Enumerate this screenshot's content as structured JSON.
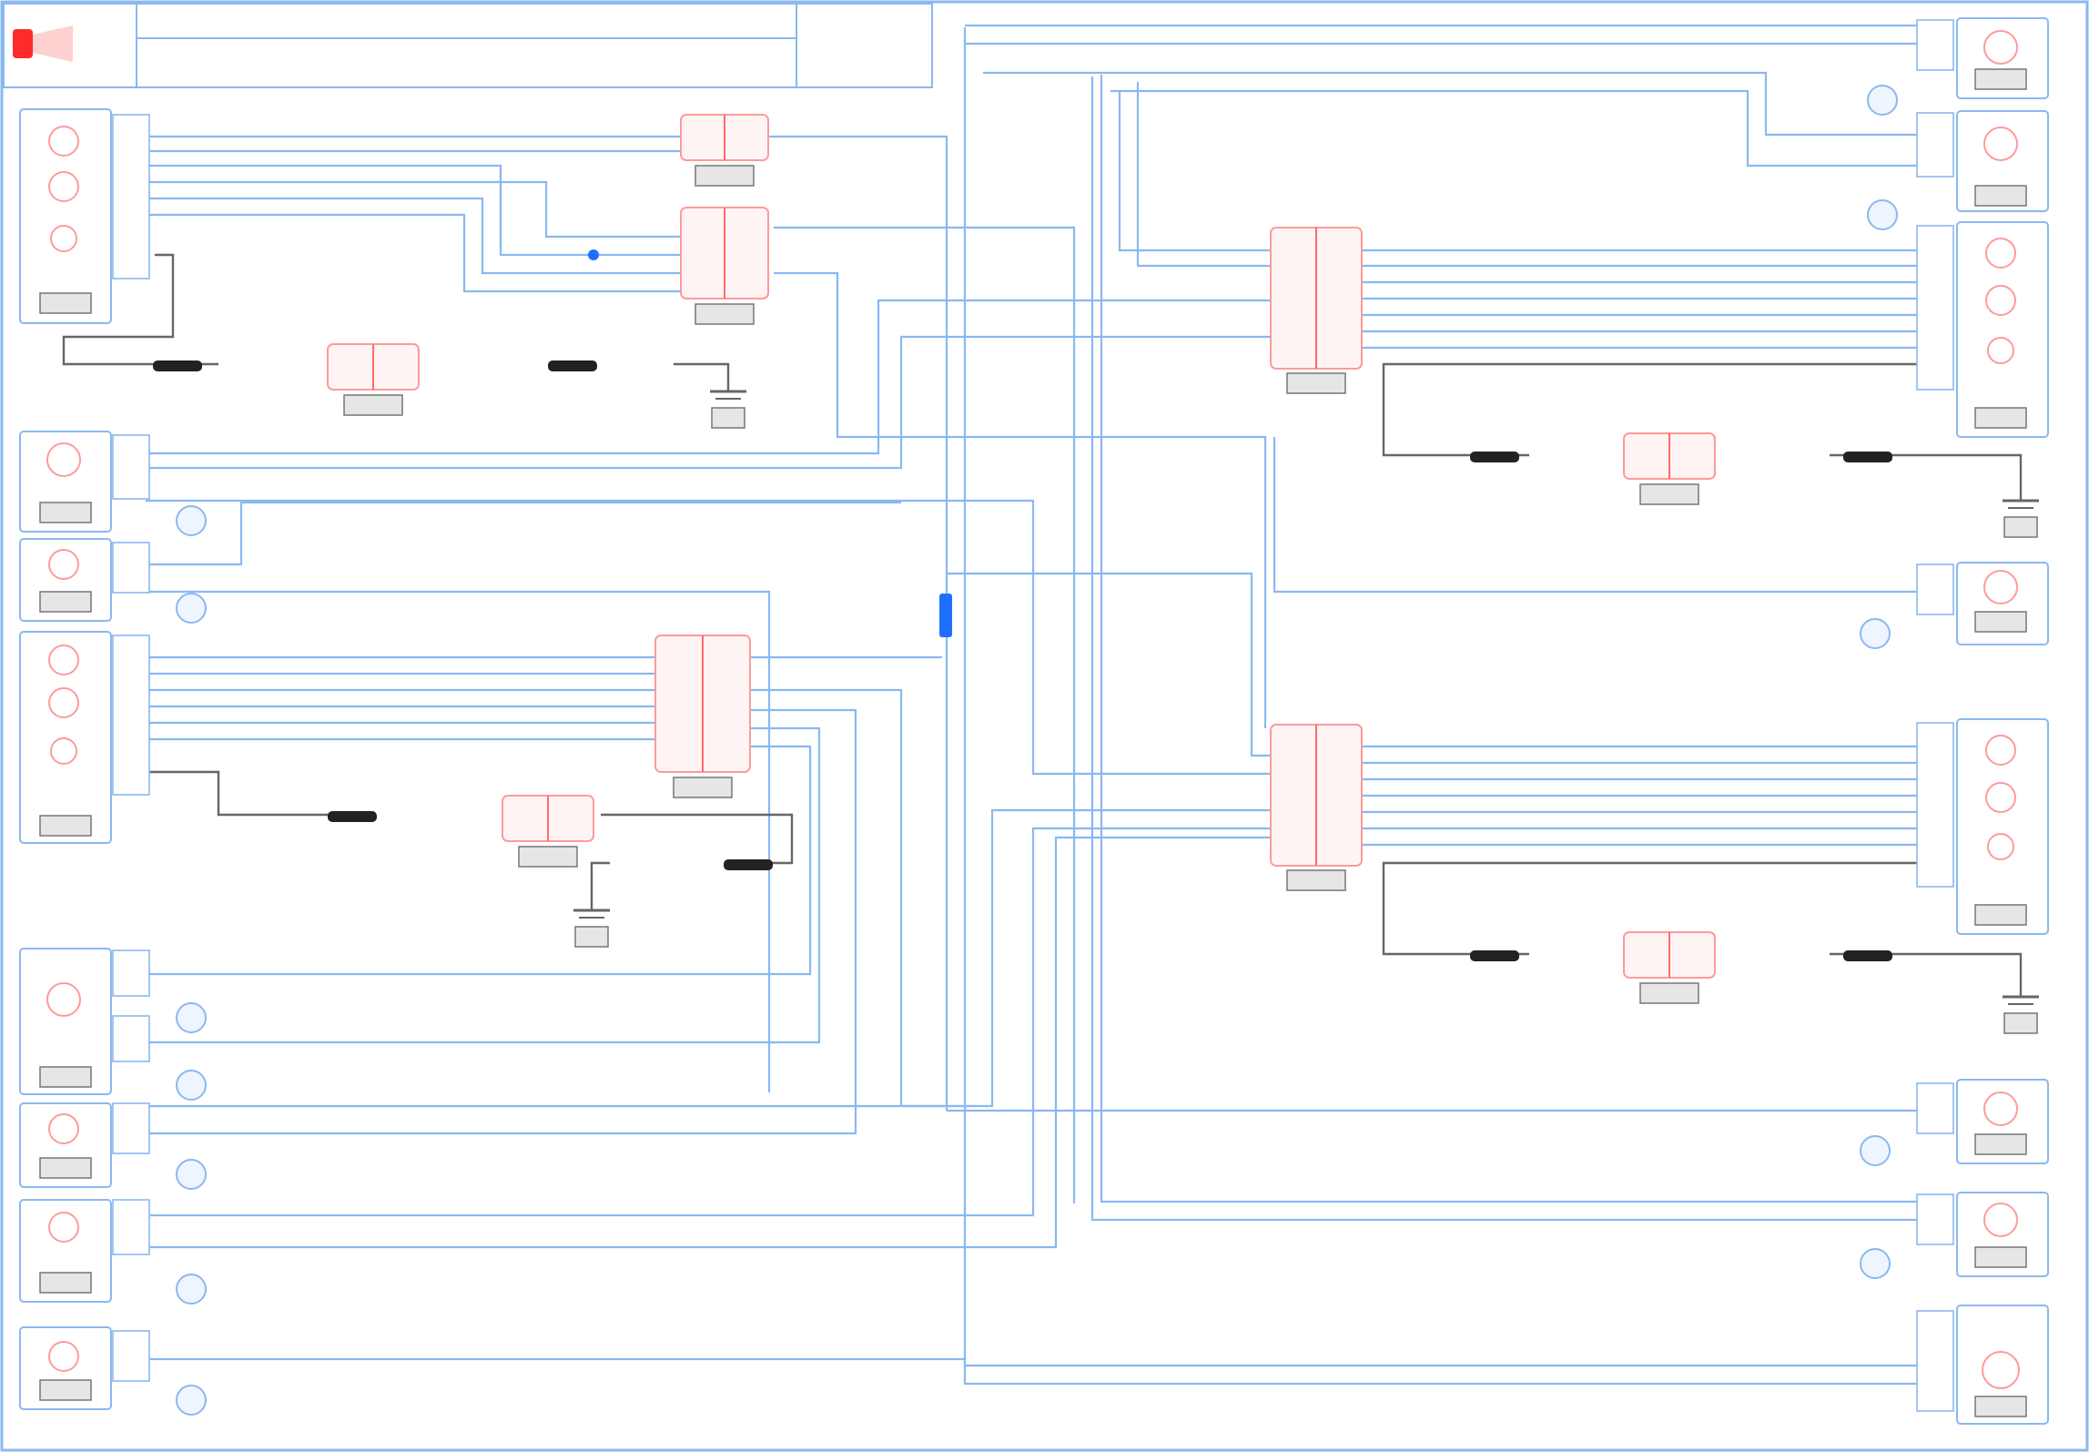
{
  "title_block": {
    "title_text": "",
    "sheet_code": "",
    "badge_color": "#ff2a2a"
  },
  "colors": {
    "wire": "#8ab8f0",
    "connector": "#ff9a9a",
    "ground_wire": "#666666",
    "splice": "#1e6fff"
  },
  "components_left": [
    {
      "id": "L1",
      "kind": "lamp-cluster",
      "label": ""
    },
    {
      "id": "L2",
      "kind": "lamp",
      "label": ""
    },
    {
      "id": "L3",
      "kind": "lamp",
      "label": ""
    },
    {
      "id": "L4",
      "kind": "lamp-cluster",
      "label": ""
    },
    {
      "id": "L5",
      "kind": "lamp",
      "label": ""
    },
    {
      "id": "L6",
      "kind": "lamp",
      "label": ""
    },
    {
      "id": "L7",
      "kind": "lamp",
      "label": ""
    },
    {
      "id": "L8",
      "kind": "lamp",
      "label": ""
    }
  ],
  "components_right": [
    {
      "id": "R1",
      "kind": "lamp",
      "label": ""
    },
    {
      "id": "R2",
      "kind": "lamp",
      "label": ""
    },
    {
      "id": "R3",
      "kind": "lamp-cluster",
      "label": ""
    },
    {
      "id": "R4",
      "kind": "lamp",
      "label": ""
    },
    {
      "id": "R5",
      "kind": "lamp-cluster",
      "label": ""
    },
    {
      "id": "R6",
      "kind": "lamp",
      "label": ""
    },
    {
      "id": "R7",
      "kind": "lamp",
      "label": ""
    },
    {
      "id": "R8",
      "kind": "lamp",
      "label": ""
    }
  ],
  "connectors": [
    {
      "id": "C1",
      "label": ""
    },
    {
      "id": "C2",
      "label": ""
    },
    {
      "id": "C3",
      "label": ""
    },
    {
      "id": "C4",
      "label": ""
    },
    {
      "id": "C5",
      "label": ""
    },
    {
      "id": "C6",
      "label": ""
    },
    {
      "id": "C7",
      "label": ""
    },
    {
      "id": "C8",
      "label": ""
    },
    {
      "id": "C9",
      "label": ""
    }
  ],
  "grounds": [
    {
      "id": "G1",
      "label": ""
    },
    {
      "id": "G2",
      "label": ""
    },
    {
      "id": "G3",
      "label": ""
    },
    {
      "id": "G4",
      "label": ""
    }
  ],
  "footer": {
    "note": ""
  }
}
